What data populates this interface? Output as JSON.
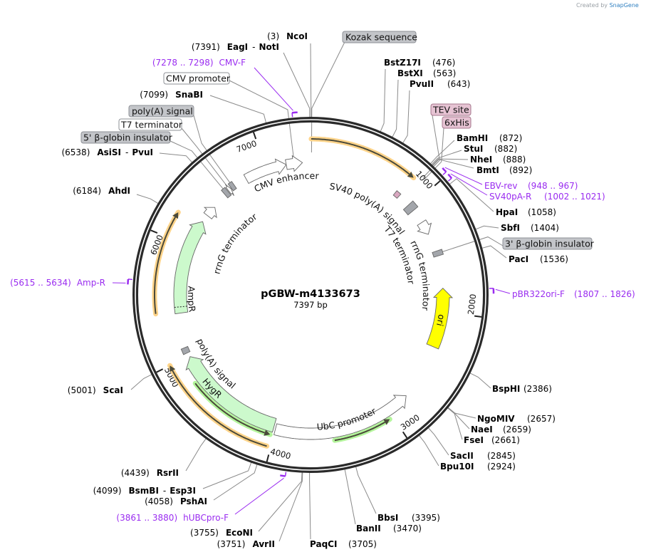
{
  "app": {
    "credit": "Created by",
    "brand": "SnapGene"
  },
  "plasmid": {
    "name": "pGBW-m4133673",
    "length_label": "7397 bp",
    "length": 7397
  },
  "colors": {
    "backbone": "#2a2a2a",
    "primer": "#9a2cf0",
    "orf_orange": "#ffd48a",
    "orf_green": "#b4f59c",
    "feature_grey": "#a3a6ab",
    "resistance_green": "#ccf9cc",
    "ori_yellow": "#ffff00",
    "tag_pink": "#e6c3d3"
  },
  "ticks": [
    "1000",
    "2000",
    "3000",
    "4000",
    "5000",
    "6000",
    "7000"
  ],
  "sites": [
    {
      "name": "NcoI",
      "pos": "(3)",
      "bp": 3
    },
    {
      "name": "EagI",
      "alt": "NotI",
      "pos": "(7391)",
      "bp": 7391
    },
    {
      "name": "SnaBI",
      "pos": "(7099)",
      "bp": 7099
    },
    {
      "name": "AsiSI",
      "alt": "PvuI",
      "pos": "(6538)",
      "bp": 6538
    },
    {
      "name": "AhdI",
      "pos": "(6184)",
      "bp": 6184
    },
    {
      "name": "ScaI",
      "pos": "(5001)",
      "bp": 5001
    },
    {
      "name": "RsrII",
      "pos": "(4439)",
      "bp": 4439
    },
    {
      "name": "BsmBI",
      "alt": "Esp3I",
      "pos": "(4099)",
      "bp": 4099
    },
    {
      "name": "PshAI",
      "pos": "(4058)",
      "bp": 4058
    },
    {
      "name": "EcoNI",
      "pos": "(3755)",
      "bp": 3755
    },
    {
      "name": "AvrII",
      "pos": "(3751)",
      "bp": 3751
    },
    {
      "name": "PaqCI",
      "pos": "(3705)",
      "bp": 3705
    },
    {
      "name": "BanII",
      "pos": "(3470)",
      "bp": 3470
    },
    {
      "name": "BbsI",
      "pos": "(3395)",
      "bp": 3395
    },
    {
      "name": "BstZ17I",
      "pos": "(476)",
      "bp": 476
    },
    {
      "name": "BstXI",
      "pos": "(563)",
      "bp": 563
    },
    {
      "name": "PvuII",
      "pos": "(643)",
      "bp": 643
    },
    {
      "name": "BamHI",
      "pos": "(872)",
      "bp": 872
    },
    {
      "name": "StuI",
      "pos": "(882)",
      "bp": 882
    },
    {
      "name": "NheI",
      "pos": "(888)",
      "bp": 888
    },
    {
      "name": "BmtI",
      "pos": "(892)",
      "bp": 892
    },
    {
      "name": "HpaI",
      "pos": "(1058)",
      "bp": 1058
    },
    {
      "name": "SbfI",
      "pos": "(1404)",
      "bp": 1404
    },
    {
      "name": "PacI",
      "pos": "(1536)",
      "bp": 1536
    },
    {
      "name": "BspHI",
      "pos": "(2386)",
      "bp": 2386
    },
    {
      "name": "NgoMIV",
      "pos": "(2657)",
      "bp": 2657
    },
    {
      "name": "NaeI",
      "pos": "(2659)",
      "bp": 2659
    },
    {
      "name": "FseI",
      "pos": "(2661)",
      "bp": 2661
    },
    {
      "name": "SacII",
      "pos": "(2845)",
      "bp": 2845
    },
    {
      "name": "Bpu10I",
      "pos": "(2924)",
      "bp": 2924
    }
  ],
  "primers": [
    {
      "name": "CMV-F",
      "range": "(7278 .. 7298)",
      "start": 7278,
      "end": 7298,
      "dir": "fwd"
    },
    {
      "name": "Amp-R",
      "range": "(5615 .. 5634)",
      "start": 5615,
      "end": 5634,
      "dir": "rev"
    },
    {
      "name": "hUBCpro-F",
      "range": "(3861 .. 3880)",
      "start": 3861,
      "end": 3880,
      "dir": "fwd"
    },
    {
      "name": "EBV-rev",
      "range": "(948 .. 967)",
      "start": 948,
      "end": 967,
      "dir": "rev"
    },
    {
      "name": "SV40pA-R",
      "range": "(1002 .. 1021)",
      "start": 1002,
      "end": 1021,
      "dir": "rev"
    },
    {
      "name": "pBR322ori-F",
      "range": "(1807 .. 1826)",
      "start": 1807,
      "end": 1826,
      "dir": "fwd"
    }
  ],
  "boxed_labels": [
    {
      "text": "Kozak sequence",
      "style": "grey"
    },
    {
      "text": "CMV promoter",
      "style": "white"
    },
    {
      "text": "poly(A) signal",
      "style": "grey"
    },
    {
      "text": "T7 terminator",
      "style": "white"
    },
    {
      "text": "5' β-globin insulator",
      "style": "grey"
    },
    {
      "text": "TEV site",
      "style": "pink"
    },
    {
      "text": "6xHis",
      "style": "pink"
    },
    {
      "text": "3' β-globin insulator",
      "style": "grey"
    }
  ],
  "features": [
    {
      "name": "CMV enhancer",
      "start": 6800,
      "end": 7180,
      "dir": "fwd",
      "fill": "#ffffff",
      "show_label": true
    },
    {
      "name": "CMV promoter",
      "start": 7180,
      "end": 7325,
      "dir": "fwd",
      "fill": "#ffffff",
      "show_label": false
    },
    {
      "name": "rrnG terminator",
      "start": 6320,
      "end": 6420,
      "dir": "fwd",
      "fill": "#ffffff",
      "show_label": true
    },
    {
      "name": "AmpR",
      "start": 5384,
      "end": 6250,
      "dir": "fwd",
      "fill": "#ccf9cc",
      "show_label": true
    },
    {
      "name": "5' β-globin insulator",
      "start": 6565,
      "end": 6605,
      "dir": "none",
      "fill": "#a3a6ab",
      "show_label": false
    },
    {
      "name": "T7 terminator",
      "start": 6612,
      "end": 6640,
      "dir": "fwd",
      "fill": "#ffffff",
      "show_label": false
    },
    {
      "name": "poly(A) signal",
      "start": 6645,
      "end": 6682,
      "dir": "none",
      "fill": "#a3a6ab",
      "show_label": false
    },
    {
      "name": "SV40 poly(A) signal",
      "start": 815,
      "end": 860,
      "dir": "none",
      "fill": "#d9a7c0",
      "show_label": true
    },
    {
      "name": "T7 terminator",
      "start": 975,
      "end": 1040,
      "dir": "none",
      "fill": "#a3a6ab",
      "show_label": true
    },
    {
      "name": "rrnG terminator",
      "start": 1170,
      "end": 1290,
      "dir": "fwd",
      "fill": "#ffffff",
      "show_label": true
    },
    {
      "name": "3' β-globin insulator",
      "start": 1455,
      "end": 1500,
      "dir": "none",
      "fill": "#a3a6ab",
      "show_label": false
    },
    {
      "name": "ori",
      "start": 1790,
      "end": 2320,
      "dir": "rev",
      "fill": "#ffff00",
      "show_label": true
    },
    {
      "name": "UbC promoter",
      "start": 2805,
      "end": 4000,
      "dir": "rev",
      "fill": "#ffffff",
      "show_label": true
    },
    {
      "name": "HygR",
      "start": 4017,
      "end": 4990,
      "dir": "fwd",
      "fill": "#ccf9cc",
      "show_label": true
    },
    {
      "name": "poly(A) signal",
      "start": 5030,
      "end": 5080,
      "dir": "none",
      "fill": "#a3a6ab",
      "show_label": true
    }
  ],
  "orfs": [
    {
      "start": 5,
      "end": 850,
      "dir": "fwd",
      "glow": "#ffd48a"
    },
    {
      "start": 5404,
      "end": 6205,
      "dir": "fwd",
      "glow": "#ffd48a"
    },
    {
      "start": 4030,
      "end": 5000,
      "dir": "fwd",
      "glow": "#ffd48a"
    },
    {
      "start": 4030,
      "end": 4777,
      "dir": "rev",
      "glow": "#b4f59c"
    },
    {
      "start": 3030,
      "end": 3505,
      "dir": "rev",
      "glow": "#b4f59c"
    }
  ]
}
